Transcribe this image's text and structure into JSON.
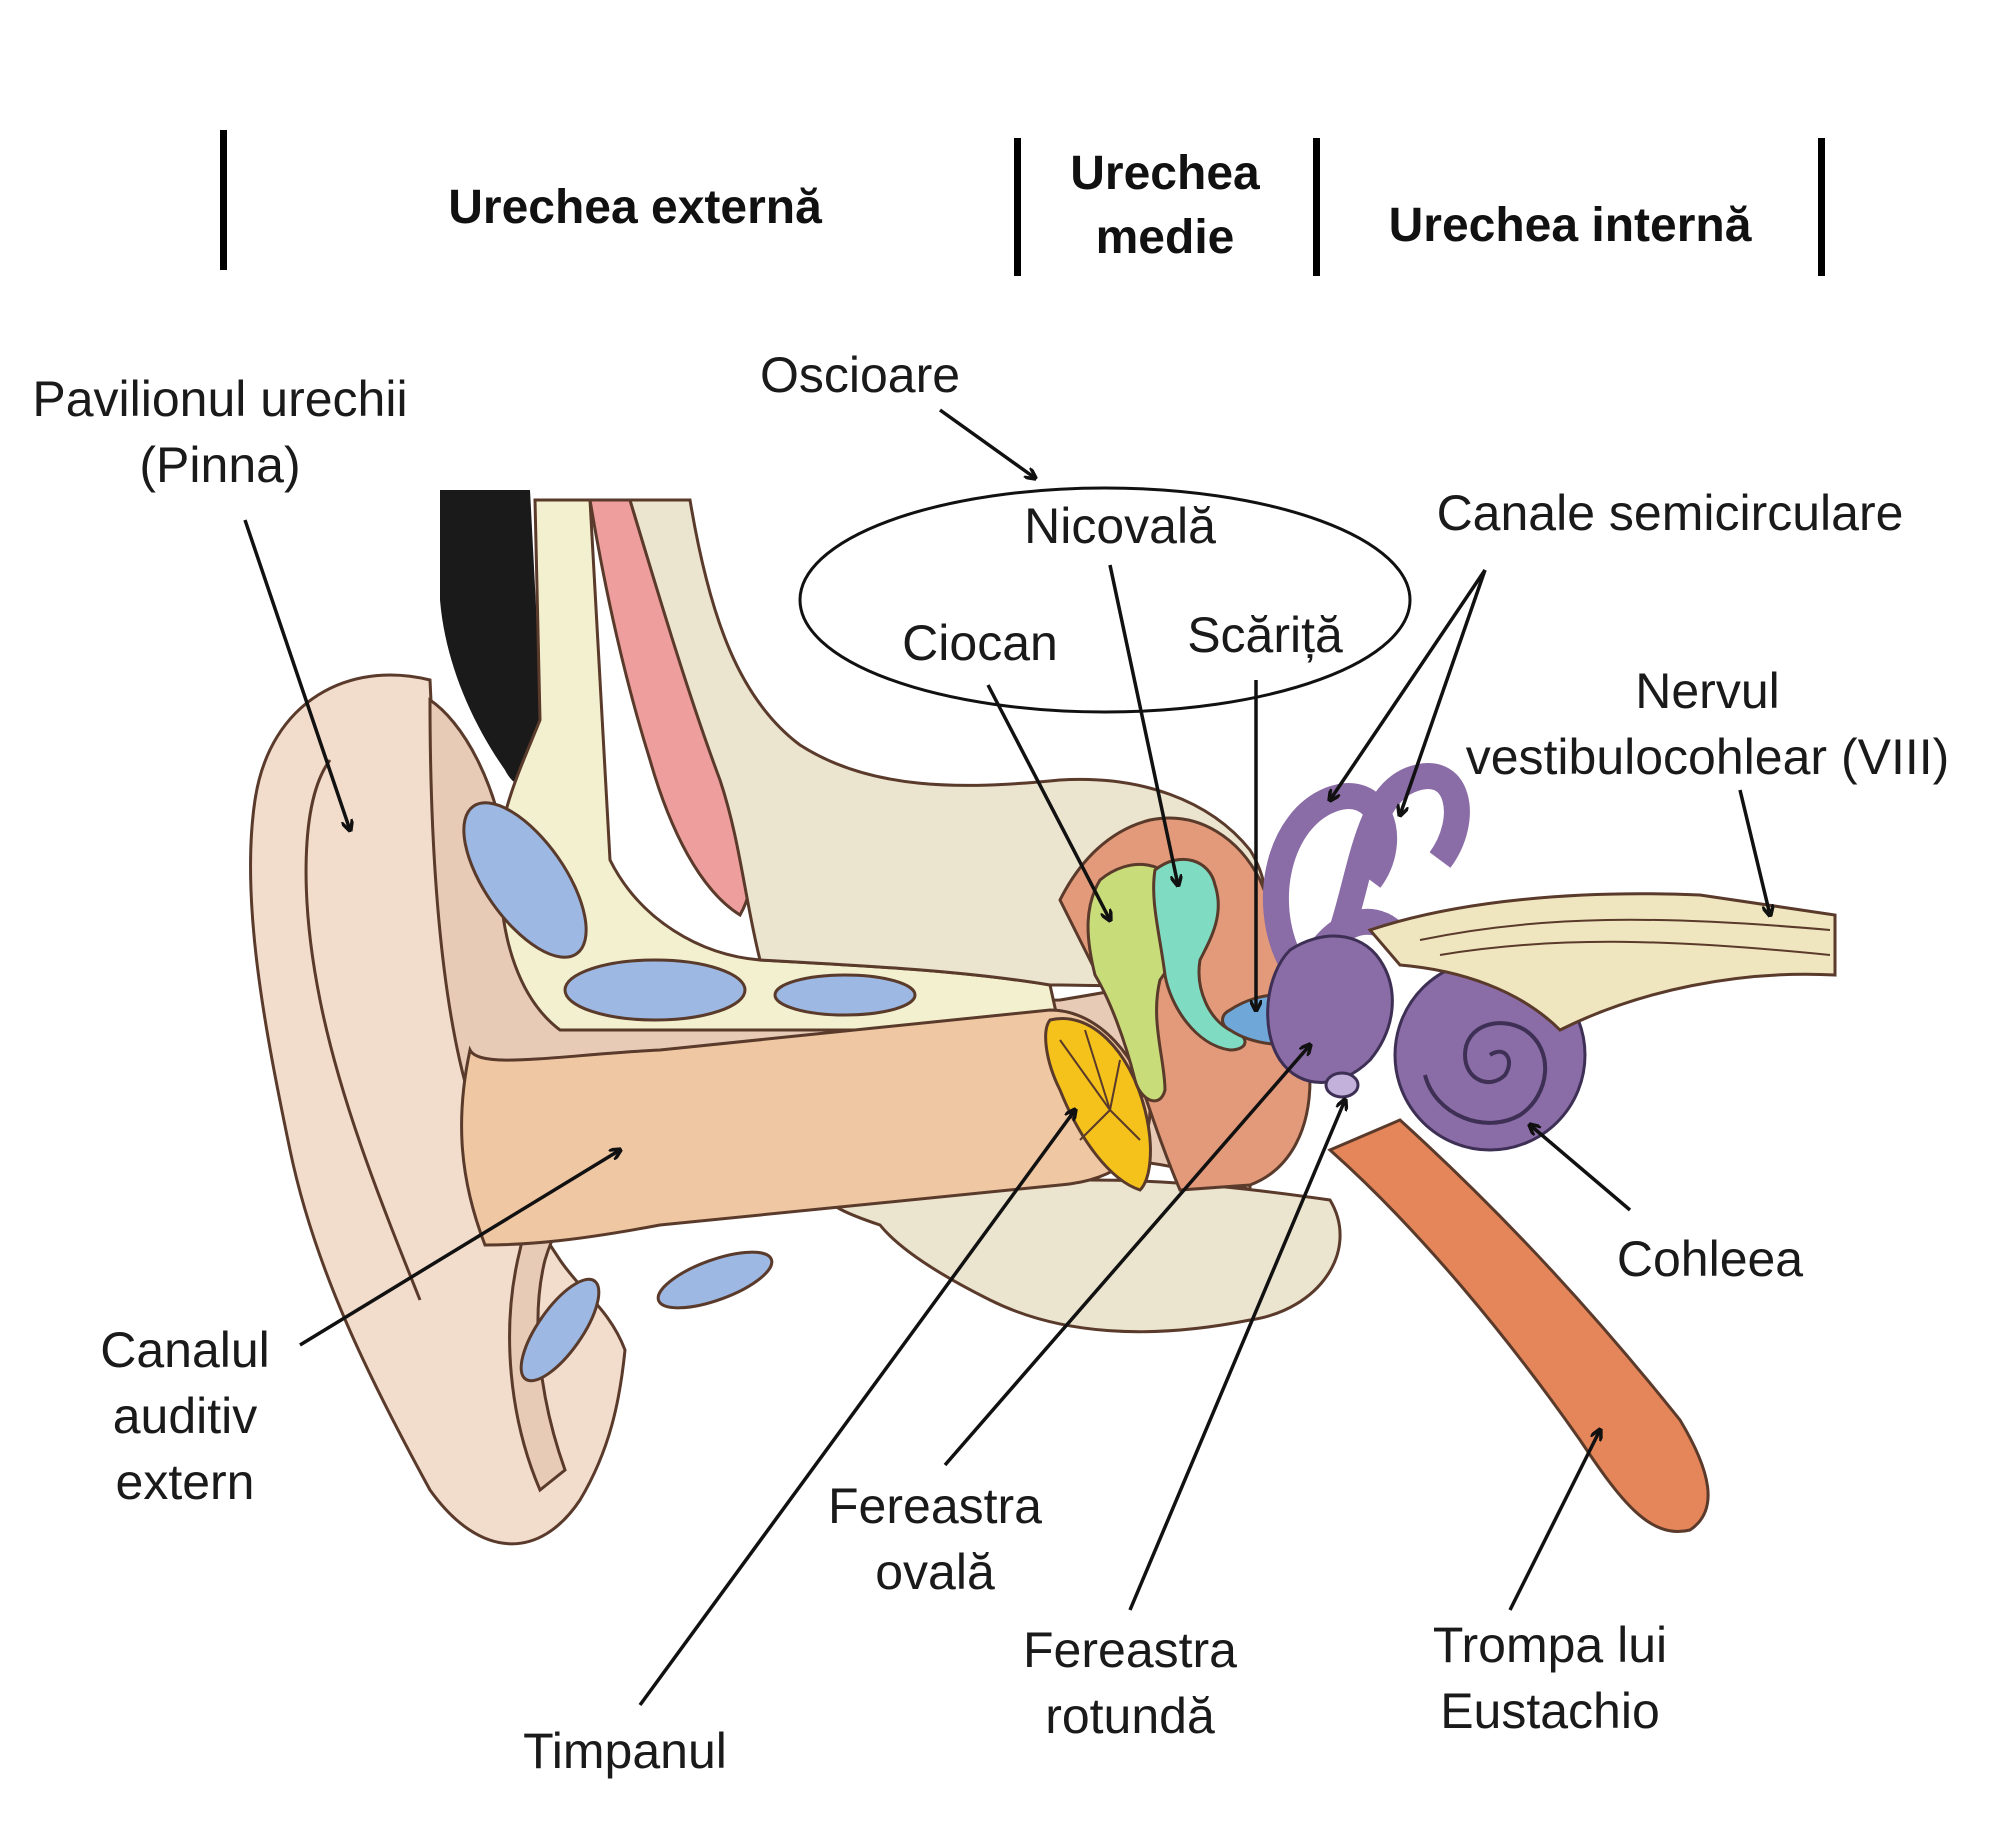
{
  "regions": {
    "outer": "Urechea externă",
    "middle_line1": "Urechea",
    "middle_line2": "medie",
    "inner": "Urechea internă"
  },
  "labels": {
    "pinna_line1": "Pavilionul urechii",
    "pinna_line2": "(Pinna)",
    "ossicles": "Oscioare",
    "incus": "Nicovală",
    "malleus": "Ciocan",
    "stapes": "Scăriță",
    "semicircular": "Canale semicirculare",
    "nerve_line1": "Nervul",
    "nerve_line2": "vestibulocohlear (VIII)",
    "cochlea": "Cohleea",
    "canal_line1": "Canalul",
    "canal_line2": "auditiv",
    "canal_line3": "extern",
    "oval_line1": "Fereastra",
    "oval_line2": "ovală",
    "round_line1": "Fereastra",
    "round_line2": "rotundă",
    "eustachian_line1": "Trompa lui",
    "eustachian_line2": "Eustachio",
    "eardrum": "Timpanul"
  },
  "colors": {
    "skin": "#f2dccb",
    "skin_outline": "#d9b8a3",
    "canal": "#efc7a3",
    "cartilage": "#f3f0cf",
    "cartilage_blue": "#9db8e2",
    "bone": "#ebe4cf",
    "muscle": "#ef9e9e",
    "hair": "#1a1a1a",
    "middle_cavity": "#e39a7a",
    "malleus": "#c8dc7a",
    "incus": "#7fdcc2",
    "stapes": "#6fa8d8",
    "inner_ear": "#8a6ca6",
    "nerve": "#efe6bf",
    "eustachian": "#e5855a",
    "eardrum": "#f4c21a"
  }
}
